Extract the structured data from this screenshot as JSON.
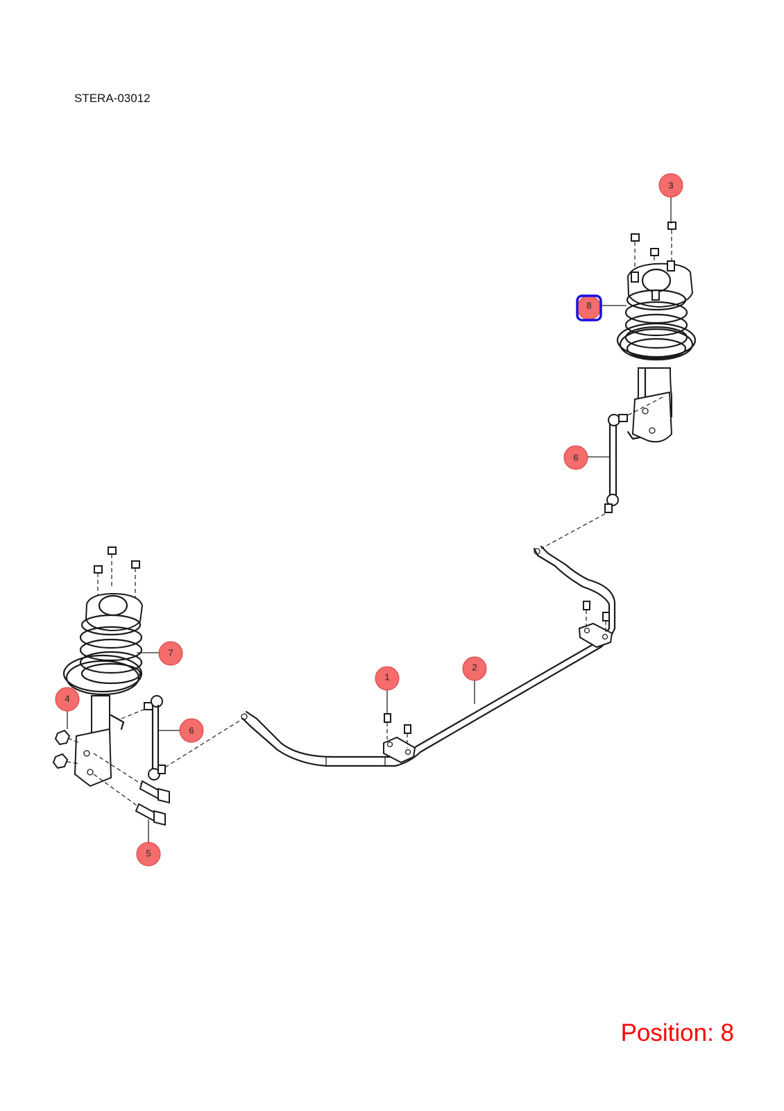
{
  "diagram_code": "STERA-03012",
  "position_text": "Position: 8",
  "selected_callout": "8",
  "colors": {
    "callout_fill": "#f46c6c",
    "selection_outline": "#1a10e0",
    "position_text": "#ff0000"
  },
  "callouts": [
    {
      "id": "c3",
      "label": "3"
    },
    {
      "id": "c8",
      "label": "8"
    },
    {
      "id": "c6a",
      "label": "6"
    },
    {
      "id": "c7",
      "label": "7"
    },
    {
      "id": "c4",
      "label": "4"
    },
    {
      "id": "c6b",
      "label": "6"
    },
    {
      "id": "c1",
      "label": "1"
    },
    {
      "id": "c2",
      "label": "2"
    },
    {
      "id": "c5",
      "label": "5"
    }
  ]
}
